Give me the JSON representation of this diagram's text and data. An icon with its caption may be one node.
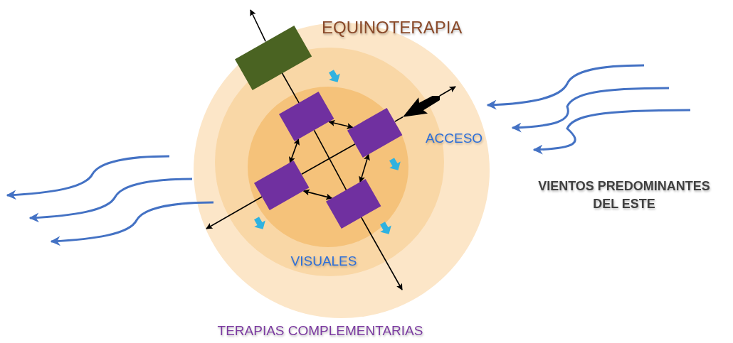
{
  "diagram": {
    "nodes": [
      {
        "text": [],
        "shape": "box"
      },
      {
        "text": [],
        "shape": "box"
      },
      {
        "text": [],
        "shape": "box"
      },
      {
        "text": [],
        "shape": "box"
      },
      {
        "text": [],
        "shape": "box"
      },
      {
        "text": [],
        "shape": "arrow"
      }
    ],
    "edges": [
      {
        "from": 0,
        "to": null,
        "arrow": "to"
      },
      {
        "from": 0,
        "to": 1,
        "arrow": "none"
      },
      {
        "from": 1,
        "to": 4,
        "arrow": "none"
      },
      {
        "from": 4,
        "to": null,
        "arrow": "to"
      },
      {
        "from": 3,
        "to": null,
        "arrow": "to"
      },
      {
        "from": 3,
        "to": 2,
        "arrow": "none"
      },
      {
        "from": 2,
        "to": 5,
        "arrow": "none"
      },
      {
        "from": 5,
        "to": null,
        "arrow": "to"
      },
      {
        "from": 1,
        "to": 2,
        "arrow": "both"
      },
      {
        "from": 1,
        "to": 3,
        "arrow": "both"
      },
      {
        "from": 3,
        "to": 4,
        "arrow": "both"
      },
      {
        "from": 2,
        "to": 4,
        "arrow": "both"
      }
    ],
    "labels": [
      "EQUINOTERAPIA",
      "ACCESO",
      "VIENTOS PREDOMINANTES DEL ESTE",
      "VISUALES",
      "TERAPIAS COMPLEMENTARIAS"
    ]
  }
}
